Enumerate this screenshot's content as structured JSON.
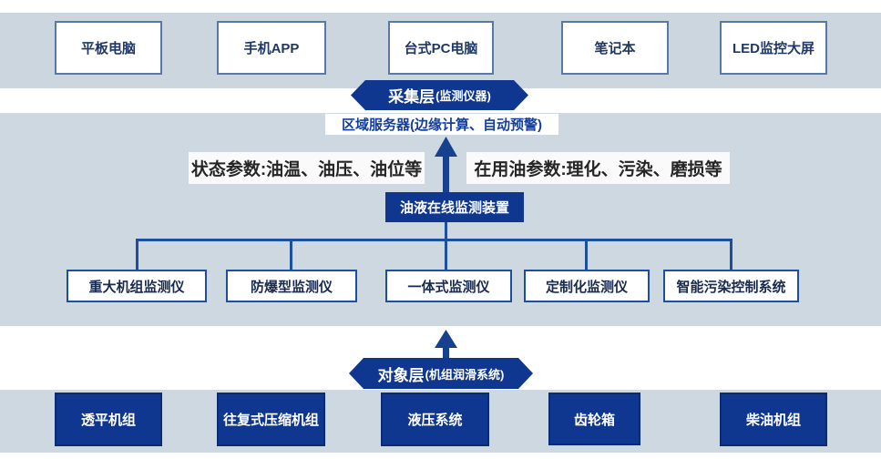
{
  "palette": {
    "band_blue_gray": "#cdd8e1",
    "dark_blue_fill": "#0f378f",
    "connector_blue": "#1d4fa0",
    "top_box_border": "#5878a8",
    "server_text_blue": "#153f9b",
    "param_text": "#262626"
  },
  "terminals": {
    "items": [
      "平板电脑",
      "手机APP",
      "台式PC电脑",
      "笔记本",
      "LED监控大屏"
    ]
  },
  "collection_layer": {
    "title": "采集层",
    "subtitle": "(监测仪器)"
  },
  "regional_server": {
    "label": "区域服务器(边缘计算、自动预警)"
  },
  "parameters": {
    "status": "状态参数:油温、油压、油位等",
    "oil": "在用油参数:理化、污染、磨损等"
  },
  "monitor_device": {
    "label": "油液在线监测装置"
  },
  "monitor_types": {
    "items": [
      "重大机组监测仪",
      "防爆型监测仪",
      "一体式监测仪",
      "定制化监测仪",
      "智能污染控制系统"
    ]
  },
  "object_layer": {
    "title": "对象层",
    "subtitle": "(机组润滑系统)"
  },
  "equipment": {
    "items": [
      "透平机组",
      "往复式压缩机组",
      "液压系统",
      "齿轮箱",
      "柴油机组"
    ]
  },
  "icons": {
    "up_arrow": "↑"
  }
}
